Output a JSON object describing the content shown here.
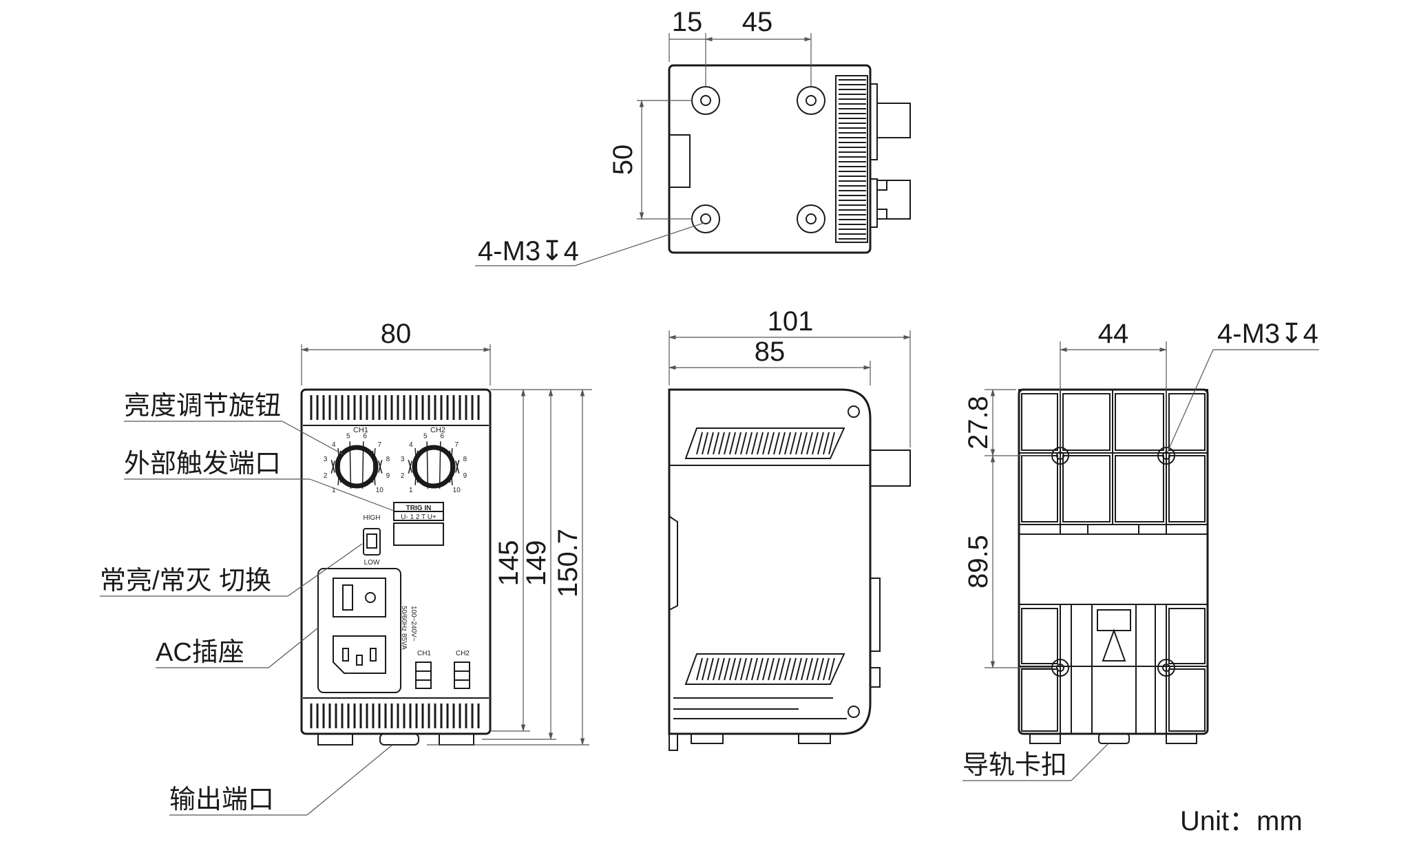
{
  "dimensions": {
    "top_left_offset": "15",
    "top_hole_spacing_x": "45",
    "top_hole_spacing_y": "50",
    "top_thread": "4-M3↧4",
    "front_width": "80",
    "front_height_145": "145",
    "front_height_149": "149",
    "front_height_1507": "150.7",
    "side_depth_101": "101",
    "side_depth_85": "85",
    "rear_hole_spacing_x": "44",
    "rear_thread": "4-M3↧4",
    "rear_offset_278": "27.8",
    "rear_spacing_895": "89.5"
  },
  "callouts": {
    "brightness_knob": "亮度调节旋钮",
    "external_trigger": "外部触发端口",
    "mode_switch": "常亮/常灭 切换",
    "ac_socket": "AC插座",
    "output_port": "输出端口",
    "din_clip": "导轨卡扣"
  },
  "panel": {
    "ch1": "CH1",
    "ch2": "CH2",
    "trig_in": "TRIG IN",
    "trig_pins": "U- 1 2 T U+",
    "high": "HIGH",
    "low": "LOW",
    "rating_line1": "100~240V~",
    "rating_line2": "50/60Hz 85VA",
    "out_ch1": "CH1",
    "out_ch2": "CH2",
    "knob_scale": [
      "1",
      "2",
      "3",
      "4",
      "5",
      "6",
      "7",
      "8",
      "9",
      "10"
    ]
  },
  "unit": "Unit：mm"
}
